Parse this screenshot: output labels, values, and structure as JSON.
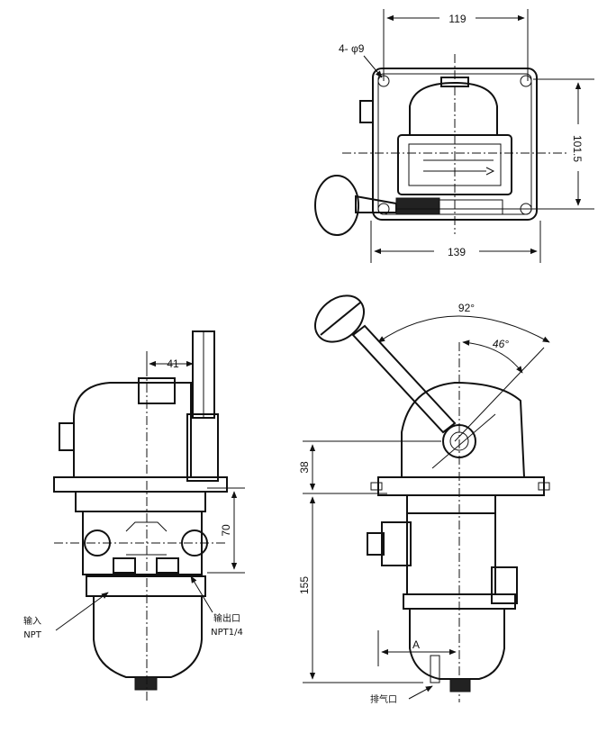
{
  "top_view": {
    "dim_width_top": "119",
    "dim_holes": "4- φ9",
    "dim_height": "101.5",
    "dim_width_bottom": "139"
  },
  "front_view": {
    "dim_offset": "41",
    "dim_port_height": "70",
    "label_input": "输入",
    "label_input_thread": "NPT",
    "label_output": "输出口",
    "label_output_thread": "NPT1/4"
  },
  "side_view": {
    "angle_total": "92°",
    "angle_half": "46°",
    "dim_upper": "38",
    "dim_lower": "155",
    "dim_a": "A",
    "label_exhaust": "排气口"
  }
}
